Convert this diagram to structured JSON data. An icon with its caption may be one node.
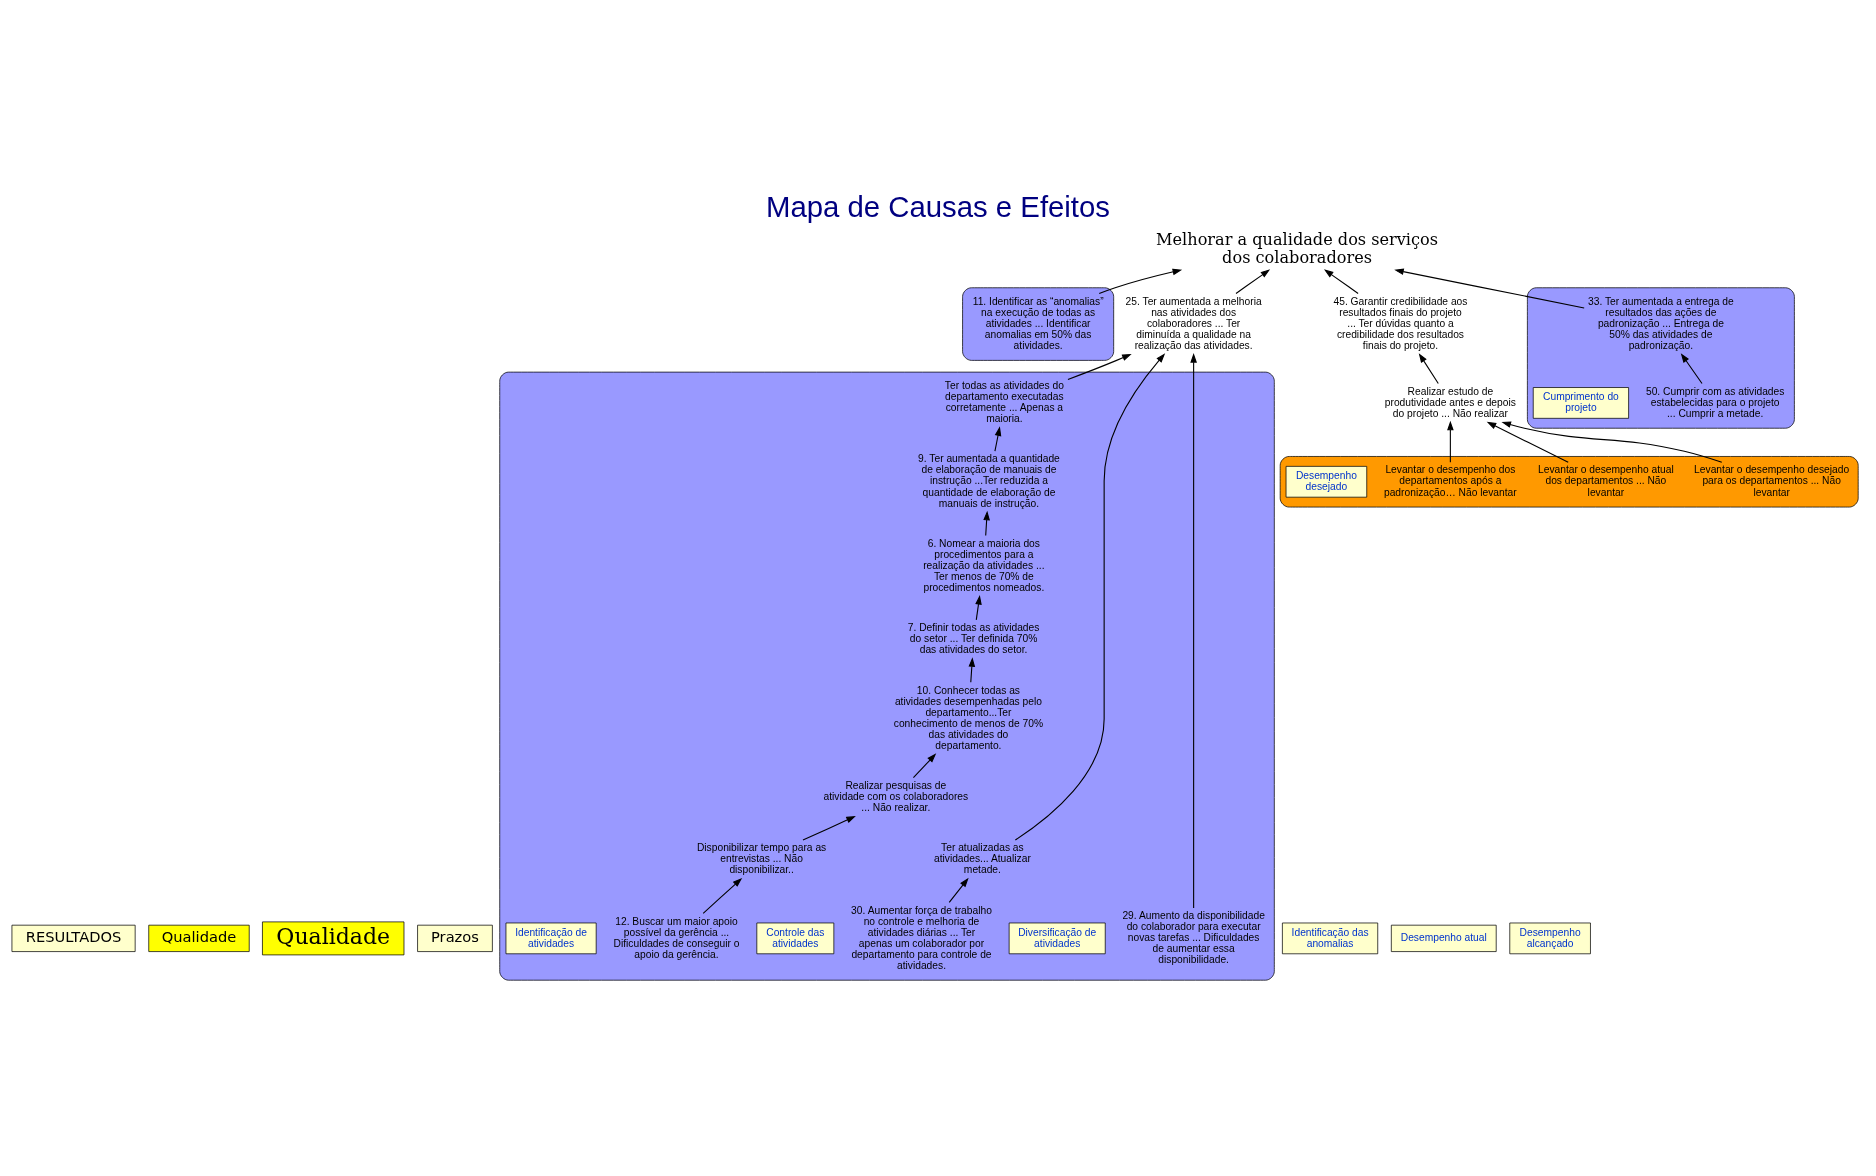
{
  "diagram": {
    "title": "Mapa de Causas e Efeitos",
    "nodes": [
      {
        "text": [
          "RESULTADOS"
        ]
      },
      {
        "text": [
          "Qualidade"
        ]
      },
      {
        "text": [
          "Prazos"
        ]
      },
      {
        "text": [
          "Qualidade"
        ]
      },
      {
        "text": [
          "Melhorar a qualidade dos serviços dos colaboradores"
        ]
      },
      {
        "text": [],
        "shape": "cloud"
      },
      {
        "text": [
          "Identificação das anomalias"
        ]
      },
      {
        "text": [
          "11. Identificar as “anomalias” na execução de todas as atividades ... Identificar anomalias em 50% das atividades."
        ],
        "in": 5
      },
      {
        "text": [
          "25. Ter aumentada a melhoria nas atividades dos colaboradores ... Ter diminuída a qualidade na realização das atividades."
        ]
      },
      {
        "text": [],
        "shape": "cloud"
      },
      {
        "text": [
          "Ter atualizadas as atividades... Atualizar metade."
        ],
        "in": 9
      },
      {
        "text": [
          "Ter todas as atividades do departamento executadas corretamente ... Apenas a maioria."
        ],
        "in": 9
      },
      {
        "text": [
          "29. Aumento da disponibilidade do colaborador para executar novas tarefas ... Dificuldades de aumentar essa disponibilidade."
        ],
        "in": 9
      },
      {
        "text": [
          "Diversificação de atividades"
        ],
        "in": 9
      },
      {
        "text": [
          "45. Garantir credibilidade aos resultados finais do projeto ... Ter dúvidas quanto a credibilidade dos resultados finais do projeto."
        ]
      },
      {
        "text": [
          "Realizar estudo de produtividade antes e depois do projeto ... Não realizar"
        ]
      },
      {
        "text": [],
        "shape": "cloud"
      },
      {
        "text": [
          "33. Ter aumentada a entrega de resultados das ações de padronização ... Entrega de 50% das atividades de padronização."
        ],
        "in": 16
      },
      {
        "text": [
          "30. Aumentar força de trabalho no controle e melhoria de atividades diárias ... Ter apenas um colaborador por departamento para controle de atividades."
        ],
        "in": 9
      },
      {
        "text": [
          "9. Ter aumentada a quantidade de elaboração de manuais de instrução ...Ter reduzida a quantidade de elaboração de manuais de instrução."
        ],
        "in": 9
      },
      {
        "text": [],
        "shape": "cloud"
      },
      {
        "text": [
          "Levantar o desempenho desejado para os departamentos ... Não levantar"
        ],
        "in": 20
      },
      {
        "text": [
          "Levantar o desempenho atual dos departamentos ... Não levantar"
        ],
        "in": 20
      },
      {
        "text": [
          "Levantar o desempenho dos departamentos após a padronização… Não levantar"
        ],
        "in": 20
      },
      {
        "text": [
          "Desempenho desejado"
        ],
        "in": 20
      },
      {
        "text": [
          "Desempenho atual"
        ]
      },
      {
        "text": [
          "Desempenho alcançado"
        ]
      },
      {
        "text": [
          "50. Cumprir com as atividades estabelecidas para o projeto ... Cumprir a metade."
        ],
        "in": 16
      },
      {
        "text": [
          "Cumprimento do projeto"
        ],
        "in": 16
      },
      {
        "text": [
          "6. Nomear a maioria dos procedimentos para a realização da atividades ... Ter menos de 70% de procedimentos nomeados."
        ],
        "in": 9
      },
      {
        "text": [
          "Controle das atividades"
        ],
        "in": 9
      },
      {
        "text": [
          "7. Definir todas as atividades do setor ... Ter definida 70% das atividades do setor."
        ],
        "in": 9
      },
      {
        "text": [
          "10. Conhecer todas as atividades desempenhadas pelo departamento...Ter conhecimento de menos de 70% das atividades do departamento."
        ],
        "in": 9
      },
      {
        "text": [
          "12. Buscar um maior apoio possível da gerência ... Dificuldades de conseguir o apoio da gerência."
        ],
        "in": 9
      },
      {
        "text": [
          "Realizar pesquisas de atividade com os colaboradores ... Não realizar."
        ],
        "in": 9
      },
      {
        "text": [
          "Identificação de atividades"
        ],
        "in": 9
      },
      {
        "text": [
          "Disponibilizar tempo para as entrevistas ... Não disponibilizar.."
        ],
        "in": 9
      }
    ],
    "edges": [
      {
        "from": 7,
        "to": 4,
        "arrow": "to"
      },
      {
        "from": 17,
        "to": 4,
        "arrow": "to"
      },
      {
        "from": 14,
        "to": 4,
        "arrow": "to"
      },
      {
        "from": 8,
        "to": 4,
        "arrow": "to"
      },
      {
        "from": 10,
        "to": 8,
        "arrow": "to"
      },
      {
        "from": 11,
        "to": 8,
        "arrow": "to"
      },
      {
        "from": 12,
        "to": 8,
        "arrow": "to"
      },
      {
        "from": 18,
        "to": 10,
        "arrow": "to"
      },
      {
        "from": 19,
        "to": 11,
        "arrow": "to"
      },
      {
        "from": 29,
        "to": 19,
        "arrow": "to"
      },
      {
        "from": 31,
        "to": 29,
        "arrow": "to"
      },
      {
        "from": 32,
        "to": 31,
        "arrow": "to"
      },
      {
        "from": 34,
        "to": 32,
        "arrow": "to"
      },
      {
        "from": 36,
        "to": 34,
        "arrow": "to"
      },
      {
        "from": 33,
        "to": 36,
        "arrow": "to"
      },
      {
        "from": 15,
        "to": 14,
        "arrow": "to"
      },
      {
        "from": 21,
        "to": 15,
        "arrow": "to"
      },
      {
        "from": 22,
        "to": 15,
        "arrow": "to"
      },
      {
        "from": 23,
        "to": 15,
        "arrow": "to"
      },
      {
        "from": 27,
        "to": 17,
        "arrow": "to"
      }
    ]
  }
}
